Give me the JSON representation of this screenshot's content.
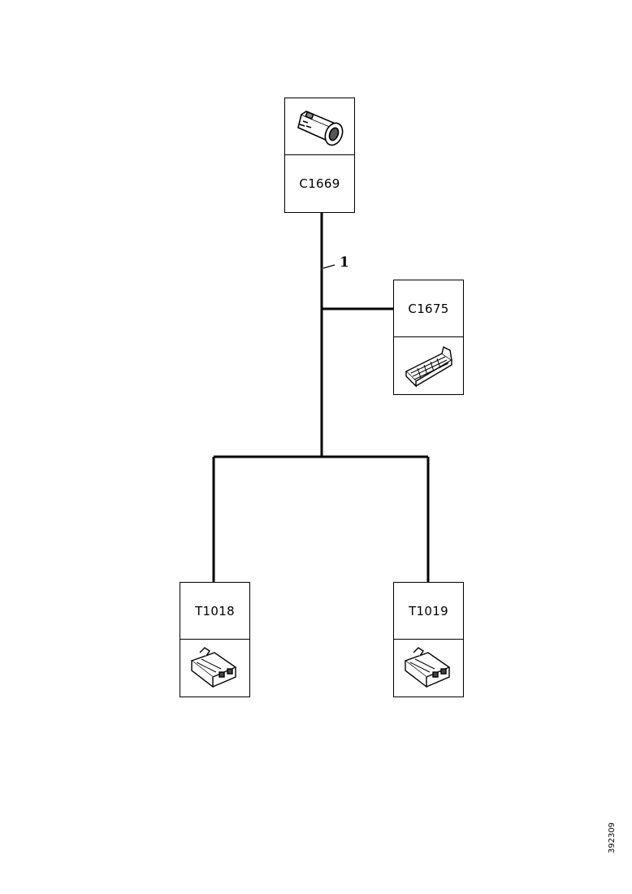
{
  "diagram": {
    "connectors": {
      "c1669": {
        "id": "C1669",
        "icon": "cylindrical-connector-icon"
      },
      "c1675": {
        "id": "C1675",
        "icon": "multi-pin-connector-icon"
      },
      "t1018": {
        "id": "T1018",
        "icon": "terminal-connector-icon"
      },
      "t1019": {
        "id": "T1019",
        "icon": "terminal-connector-icon"
      }
    },
    "wire_label": "1",
    "document_id": "392309"
  }
}
